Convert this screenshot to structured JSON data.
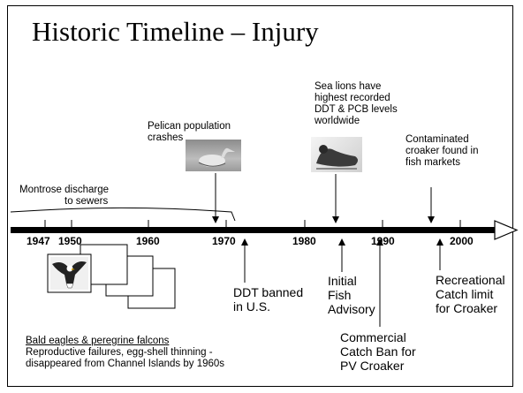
{
  "title": "Historic Timeline – Injury",
  "years": [
    "1947",
    "1950",
    "1960",
    "1970",
    "1980",
    "1990",
    "2000"
  ],
  "events": {
    "montrose": [
      "Montrose discharge",
      "to sewers"
    ],
    "pelican": [
      "Pelican population",
      "crashes"
    ],
    "sealions": [
      "Sea lions have",
      "highest recorded",
      "DDT & PCB levels",
      "worldwide"
    ],
    "croaker": [
      "Contaminated",
      "croaker found in",
      "fish markets"
    ],
    "ddt": [
      "DDT banned",
      "in U.S."
    ],
    "advisory": [
      "Initial",
      "Fish",
      "Advisory"
    ],
    "commercial": [
      "Commercial",
      "Catch Ban for",
      "PV Croaker"
    ],
    "recreational": [
      "Recreational",
      "Catch limit",
      "for Croaker"
    ]
  },
  "eagles": {
    "heading": "Bald eagles & peregrine falcons",
    "line1": "Reproductive failures, egg-shell thinning -",
    "line2": "disappeared from Channel Islands by 1960s"
  },
  "icons": [
    "pelican-photo",
    "sea-lion-photo",
    "eagle-photo"
  ]
}
